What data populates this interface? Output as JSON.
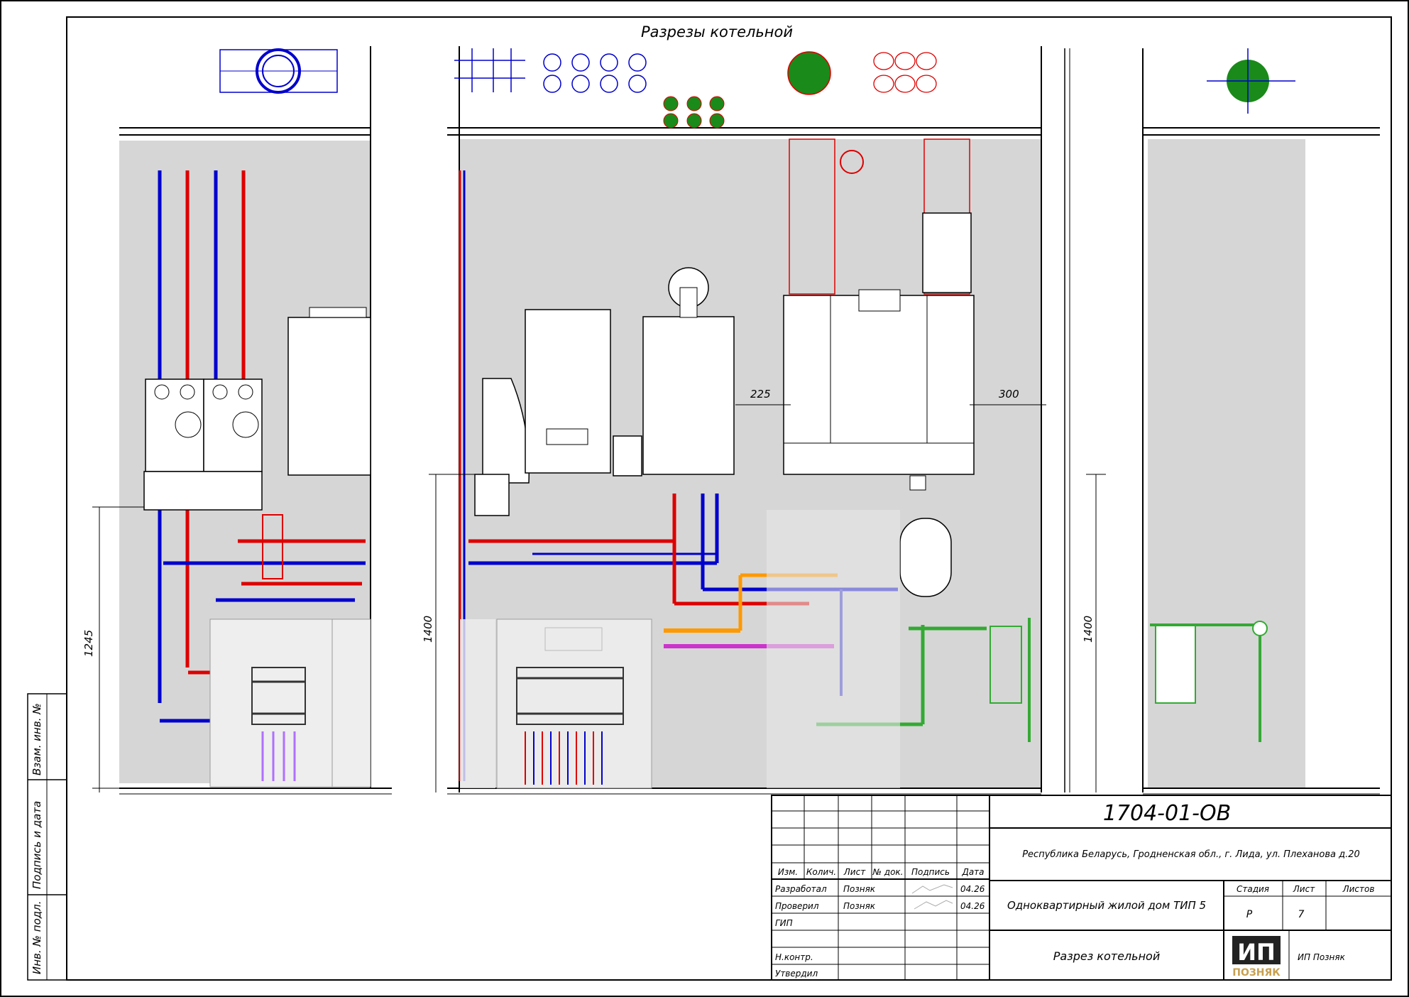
{
  "drawing": {
    "title": "Разрезы котельной",
    "dim_left_height": "1245",
    "dim_center_height": "1400",
    "dim_right_height": "1400",
    "dim_gap_a": "225",
    "dim_gap_b": "300"
  },
  "side_stamp": {
    "field_1": "Взам. инв. №",
    "field_2": "Подпись и дата",
    "field_3": "Инв. № подл."
  },
  "title_block": {
    "code": "1704-01-ОВ",
    "address": "Республика Беларусь, Гродненская обл., г. Лида, ул. Плеханова д.20",
    "project": "Одноквартирный жилой дом ТИП 5",
    "sheet_title": "Разрез котельной",
    "org_name": "ИП Позняк",
    "logo_main": "ИП",
    "logo_sub": "ПОЗНЯК",
    "headers": {
      "izm": "Изм.",
      "kol": "Колич.",
      "list": "Лист",
      "doc": "№ док.",
      "sign": "Подпись",
      "date": "Дата"
    },
    "roles": [
      {
        "role": "Разработал",
        "name": "Позняк",
        "date": "04.26"
      },
      {
        "role": "Проверил",
        "name": "Позняк",
        "date": "04.26"
      },
      {
        "role": "ГИП",
        "name": "",
        "date": ""
      },
      {
        "role": "Н.контр.",
        "name": "",
        "date": ""
      },
      {
        "role": "Утвердил",
        "name": "",
        "date": ""
      }
    ],
    "stage_label": "Стадия",
    "sheet_label": "Лист",
    "sheets_label": "Листов",
    "stage_value": "Р",
    "sheet_value": "7",
    "sheets_value": ""
  }
}
